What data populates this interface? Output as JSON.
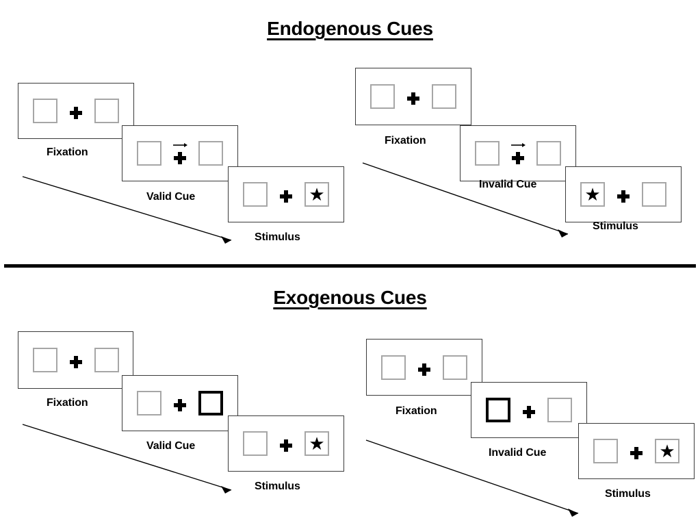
{
  "sections": [
    {
      "id": "endogenous",
      "title": "Endogenous Cues",
      "conditions": [
        {
          "id": "endogenous-valid",
          "frames": [
            {
              "id": "fixation",
              "caption": "Fixation",
              "cue": "none",
              "left_box": "empty",
              "right_box": "empty"
            },
            {
              "id": "valid-cue",
              "caption": "Valid Cue",
              "cue": "arrow-right",
              "left_box": "empty",
              "right_box": "empty"
            },
            {
              "id": "stimulus",
              "caption": "Stimulus",
              "cue": "none",
              "left_box": "empty",
              "right_box": "star"
            }
          ]
        },
        {
          "id": "endogenous-invalid",
          "frames": [
            {
              "id": "fixation",
              "caption": "Fixation",
              "cue": "none",
              "left_box": "empty",
              "right_box": "empty"
            },
            {
              "id": "invalid-cue",
              "caption": "Invalid Cue",
              "cue": "arrow-right",
              "left_box": "empty",
              "right_box": "empty"
            },
            {
              "id": "stimulus",
              "caption": "Stimulus",
              "cue": "none",
              "left_box": "star",
              "right_box": "empty"
            }
          ]
        }
      ]
    },
    {
      "id": "exogenous",
      "title": "Exogenous Cues",
      "conditions": [
        {
          "id": "exogenous-valid",
          "frames": [
            {
              "id": "fixation",
              "caption": "Fixation",
              "cue": "none",
              "left_box": "empty",
              "right_box": "empty"
            },
            {
              "id": "valid-cue",
              "caption": "Valid Cue",
              "cue": "none",
              "left_box": "empty",
              "right_box": "highlight"
            },
            {
              "id": "stimulus",
              "caption": "Stimulus",
              "cue": "none",
              "left_box": "empty",
              "right_box": "star"
            }
          ]
        },
        {
          "id": "exogenous-invalid",
          "frames": [
            {
              "id": "fixation",
              "caption": "Fixation",
              "cue": "none",
              "left_box": "empty",
              "right_box": "empty"
            },
            {
              "id": "invalid-cue",
              "caption": "Invalid Cue",
              "cue": "none",
              "left_box": "highlight",
              "right_box": "empty"
            },
            {
              "id": "stimulus",
              "caption": "Stimulus",
              "cue": "none",
              "left_box": "empty",
              "right_box": "star"
            }
          ]
        }
      ]
    }
  ],
  "glyphs": {
    "star": "★",
    "cue_arrow": "arrow-right"
  },
  "colors": {
    "ink": "#000000",
    "frame_border": "#3a3a3a",
    "box_border": "#a6a6a6",
    "highlight_border": "#000000",
    "background": "#ffffff"
  },
  "titles": {
    "top": "Endogenous Cues",
    "bottom": "Exogenous Cues"
  }
}
